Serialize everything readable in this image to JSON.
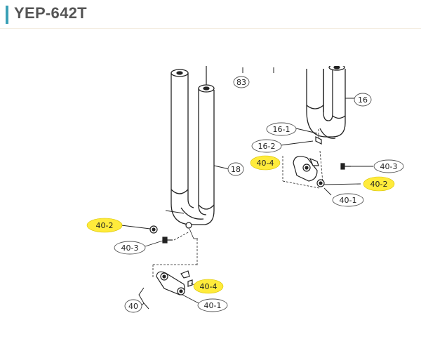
{
  "header": {
    "title": "YEP-642T",
    "accent_color": "#3aa0b6"
  },
  "diagram": {
    "highlight_color": "#ffeb3b",
    "callouts": {
      "c83": "83",
      "c16": "16",
      "c16_1": "16-1",
      "c16_2": "16-2",
      "c40_4_right": "40-4",
      "c40_3_right": "40-3",
      "c40_2_right": "40-2",
      "c40_1_right": "40-1",
      "c18": "18",
      "c40_2_left": "40-2",
      "c40_3_left": "40-3",
      "c40_4_left": "40-4",
      "c40": "40",
      "c40_1_left": "40-1"
    }
  }
}
